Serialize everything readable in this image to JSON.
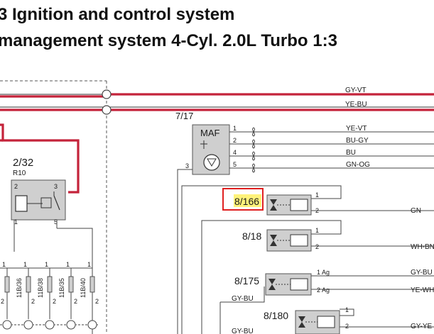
{
  "title": {
    "line1": "3 Ignition and control system",
    "line2": "management system 4-Cyl. 2.0L Turbo 1:3"
  },
  "colors": {
    "highlight_wire": "#c4233a",
    "highlight_box": "#e02020",
    "highlight_fill": "#fff27a",
    "component_fill": "#cfcfcf"
  },
  "wire_labels": {
    "gy_vt": "GY-VT",
    "ye_bu": "YE-BU",
    "ye_vt": "YE-VT",
    "bu_gy": "BU-GY",
    "bu": "BU",
    "gn_og": "GN-OG",
    "gn": "GN",
    "wh_bn": "WH-BN",
    "gy_bu_right": "GY-BU",
    "ye_wh": "YE-WH",
    "gy_bu_left": "GY-BU",
    "gy_bu_lower": "GY-BU",
    "gy_ye": "GY-YE"
  },
  "components": {
    "maf": {
      "ref": "7/17",
      "label": "MAF",
      "pins": [
        "1",
        "2",
        "4",
        "5",
        "3"
      ]
    },
    "relay": {
      "ref": "2/32",
      "sub": "R10",
      "pins": [
        "2",
        "3",
        "1",
        "5"
      ]
    },
    "inj_8_166": {
      "ref": "8/166",
      "pins": [
        "1",
        "2"
      ]
    },
    "inj_8_18": {
      "ref": "8/18",
      "pins": [
        "1",
        "2"
      ]
    },
    "inj_8_175": {
      "ref": "8/175",
      "pins": [
        "1 Ag",
        "2 Ag"
      ]
    },
    "inj_8_180": {
      "ref": "8/180",
      "pins": [
        "1",
        "2"
      ]
    }
  },
  "plugs": [
    {
      "label": "11B/36",
      "pin_top": "1",
      "pin_bottom": "2"
    },
    {
      "label": "11B/38",
      "pin_top": "1",
      "pin_bottom": "2"
    },
    {
      "label": "11B/35",
      "pin_top": "1",
      "pin_bottom": "2"
    },
    {
      "label": "11B/40",
      "pin_top": "1",
      "pin_bottom": "2"
    }
  ],
  "plug_left_partial": {
    "pin_top": "1",
    "pin_bottom": "2"
  }
}
